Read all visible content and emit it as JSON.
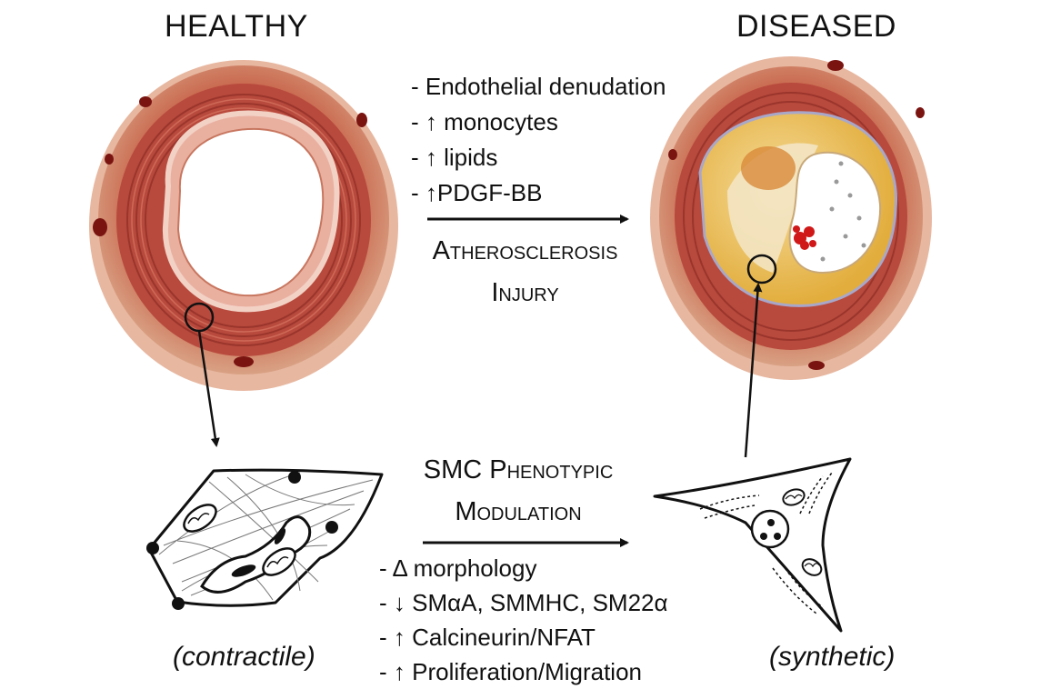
{
  "headings": {
    "healthy": "HEALTHY",
    "diseased": "DISEASED"
  },
  "injury_factors": [
    "- Endothelial denudation",
    "- ↑ monocytes",
    "- ↑ lipids",
    "- ↑PDGF-BB"
  ],
  "injury_label": {
    "line1": "Atherosclerosis",
    "line2": "Injury"
  },
  "modulation_label": {
    "line1": "SMC Phenotypic",
    "line2": "Modulation"
  },
  "modulation_changes": [
    "- Δ morphology",
    "- ↓ SMαA, SMMHC, SM22α",
    "- ↑ Calcineurin/NFAT",
    "- ↑ Proliferation/Migration"
  ],
  "captions": {
    "contractile": "(contractile)",
    "synthetic": "(synthetic)"
  },
  "colors": {
    "vessel_outer": "#d9a184",
    "vessel_media": "#b84a3d",
    "vessel_inner": "#e9b0a0",
    "plaque": "#e2ad3c",
    "thrombus": "#d01818",
    "ink": "#111111"
  }
}
